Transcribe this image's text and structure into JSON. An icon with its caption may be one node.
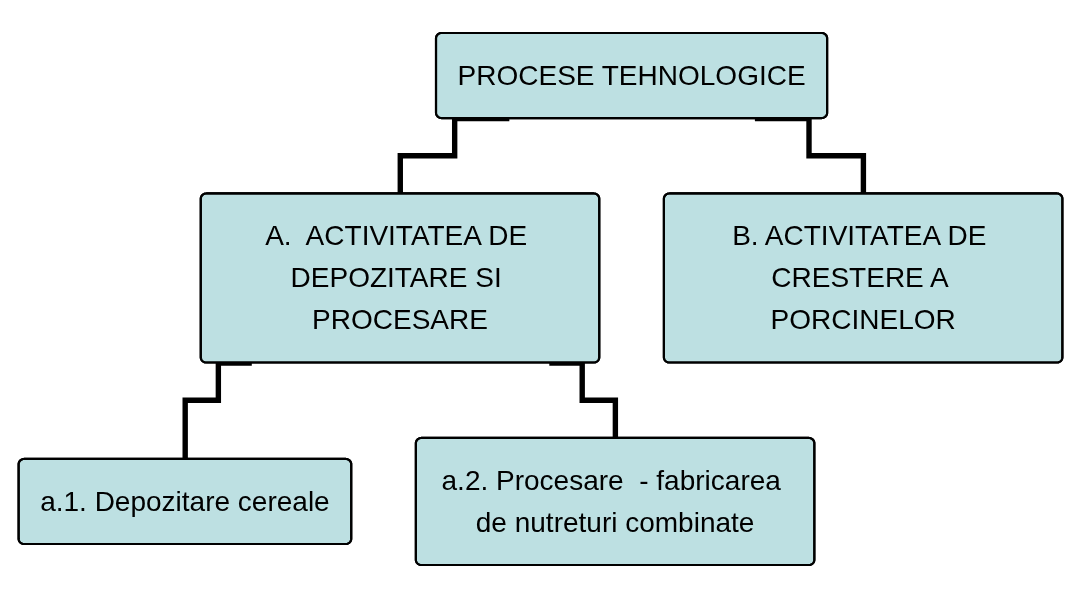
{
  "diagram": {
    "nodes": [
      {
        "text": [
          "PROCESE TEHNOLOGICE"
        ]
      },
      {
        "text": [
          "A.  ACTIVITATEA DE DEPOZITARE SI PROCESARE"
        ]
      },
      {
        "text": [
          "B. ACTIVITATEA DE CRESTERE A PORCINELOR"
        ]
      },
      {
        "text": [
          "a.1. Depozitare cereale"
        ]
      },
      {
        "text": [
          "a.2. Procesare  - fabricarea de nutreturi combinate"
        ]
      }
    ],
    "edges": [
      {
        "from": 0,
        "to": 1,
        "arrow": "none"
      },
      {
        "from": 0,
        "to": 2,
        "arrow": "none"
      },
      {
        "from": 1,
        "to": 3,
        "arrow": "none"
      },
      {
        "from": 1,
        "to": 4,
        "arrow": "none"
      }
    ]
  }
}
